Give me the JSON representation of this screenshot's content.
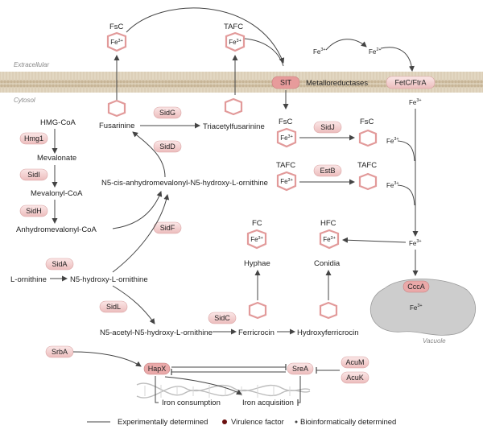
{
  "compartments": {
    "extracellular": "Extracellular",
    "cytosol": "Cytosol",
    "vacuole": "Vacuole"
  },
  "membrane_proteins": {
    "sit": "SIT",
    "metalloreductases": "Metalloreductases",
    "fetc_ftra": "FetC/FtrA"
  },
  "ion": {
    "symbol": "Fe",
    "charge3": "3+",
    "charge2": "2+"
  },
  "siderophores_ext": {
    "fsc": "FsC",
    "tafc": "TAFC"
  },
  "biosynthesis": {
    "hmg_coa": "HMG-CoA",
    "mevalonate": "Mevalonate",
    "mevalonyl_coa": "Mevalonyl-CoA",
    "anhydromevalonyl_coa": "Anhydromevalonyl-CoA",
    "n5_cis": "N5-cis-anhydromevalonyl-N5-hydroxy-L-ornithine",
    "l_ornithine": "L-ornithine",
    "n5_hydroxy": "N5-hydroxy-L-ornithine",
    "n5_acetyl": "N5-acetyl-N5-hydroxy-L-ornithine",
    "fusarinine": "Fusarinine",
    "triacetylfusarinine": "Triacetylfusarinine",
    "ferricrocin": "Ferricrocin",
    "hydroxyferricrocin": "Hydroxyferricrocin"
  },
  "enzymes": {
    "hmg1": "Hmg1",
    "sidi": "SidI",
    "sidh": "SidH",
    "sida": "SidA",
    "sidg": "SidG",
    "sidd": "SidD",
    "sidf": "SidF",
    "sidl": "SidL",
    "sidc": "SidC",
    "sidj": "SidJ",
    "estb": "EstB",
    "ccca": "CccA"
  },
  "cytosol_siderophores": {
    "fsc": "FsC",
    "tafc": "TAFC",
    "fc": "FC",
    "hfc": "HFC",
    "hyphae": "Hyphae",
    "conidia": "Conidia"
  },
  "regulation": {
    "srba": "SrbA",
    "hapx": "HapX",
    "srea": "SreA",
    "acum": "AcuM",
    "acuk": "AcuK",
    "iron_consumption": "Iron consumption",
    "iron_acquisition": "Iron acquisition"
  },
  "legend": {
    "experimental": "Experimentally determined",
    "virulence": "Virulence factor",
    "bioinformatic": "Bioinformatically determined"
  },
  "colors": {
    "pill_fill": "#f6d4d4",
    "pill_stroke": "#d9a3a3",
    "membrane": "#d2c3aa",
    "vacuole": "#c9c9c9",
    "ring": "#e29a9a",
    "virulence_dot": "#6b0f0f",
    "sit_fill": "#e8a0a0"
  }
}
